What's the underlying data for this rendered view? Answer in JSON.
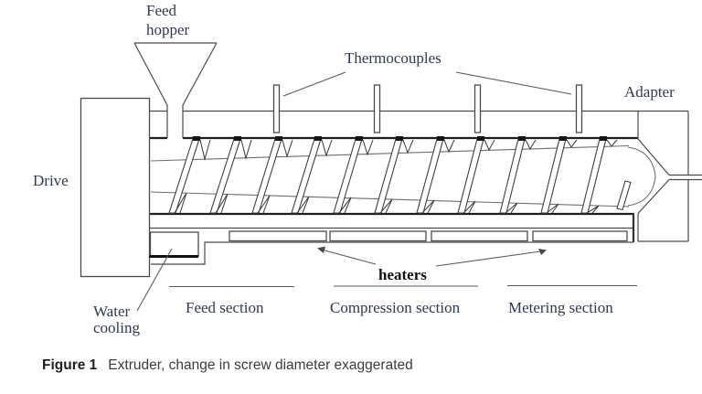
{
  "figure": {
    "labels": {
      "feed_hopper": "Feed\nhopper",
      "thermocouples": "Thermocouples",
      "adapter": "Adapter",
      "drive": "Drive",
      "water_cooling": "Water\ncooling",
      "heaters": "heaters",
      "feed_section": "Feed section",
      "compression_section": "Compression section",
      "metering_section": "Metering section"
    },
    "caption": {
      "tag": "Figure 1",
      "text": "Extruder, change in screw diameter exaggerated"
    },
    "components": {
      "thermocouple_count": 4,
      "heater_count": 4,
      "screw_flight_count": 11
    },
    "colors": {
      "line": "#4a4a4a",
      "bore_line": "#1d1d1d",
      "label_text": "#2e3a50",
      "background": "#ffffff"
    }
  }
}
